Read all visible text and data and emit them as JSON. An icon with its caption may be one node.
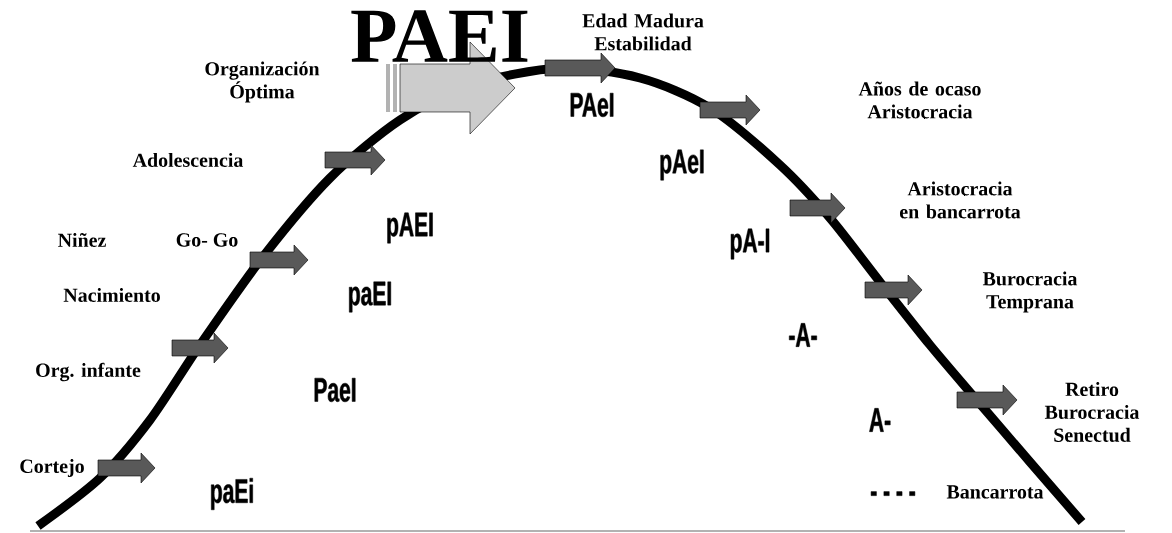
{
  "diagram": {
    "labels": [
      "Cortejo",
      "Org. infante",
      "Nacimiento",
      "Niñez",
      "Go- Go",
      "Adolescencia",
      "Organización Óptima",
      "PAEI",
      "Edad Madura Estabilidad",
      "Años de ocaso Aristocracia",
      "Aristocracia en bancarrota",
      "Burocracia Temprana",
      "Retiro Burocracia Senectud",
      "Bancarrota",
      "paEi",
      "PaeI",
      "paEI",
      "pAEI",
      "PAeI",
      "pAeI",
      "pA-I",
      "-A-",
      "A-",
      "- - - -"
    ]
  }
}
